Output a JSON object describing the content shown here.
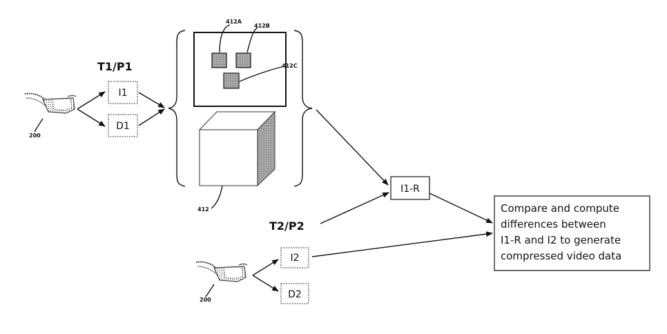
{
  "labels": {
    "t1p1": "T1/P1",
    "t2p2": "T2/P2",
    "device_200_top": "200",
    "device_200_bottom": "200",
    "i1": "I1",
    "d1": "D1",
    "i2": "I2",
    "d2": "D2",
    "i1r": "I1-R",
    "ref_412a": "412A",
    "ref_412b": "412B",
    "ref_412c": "412C",
    "ref_412": "412"
  },
  "outcome_lines": [
    "Compare and compute",
    "differences between",
    "I1-R and I2 to generate",
    "compressed video data"
  ],
  "icons": {
    "glasses": "head-mounted-glasses-icon"
  }
}
